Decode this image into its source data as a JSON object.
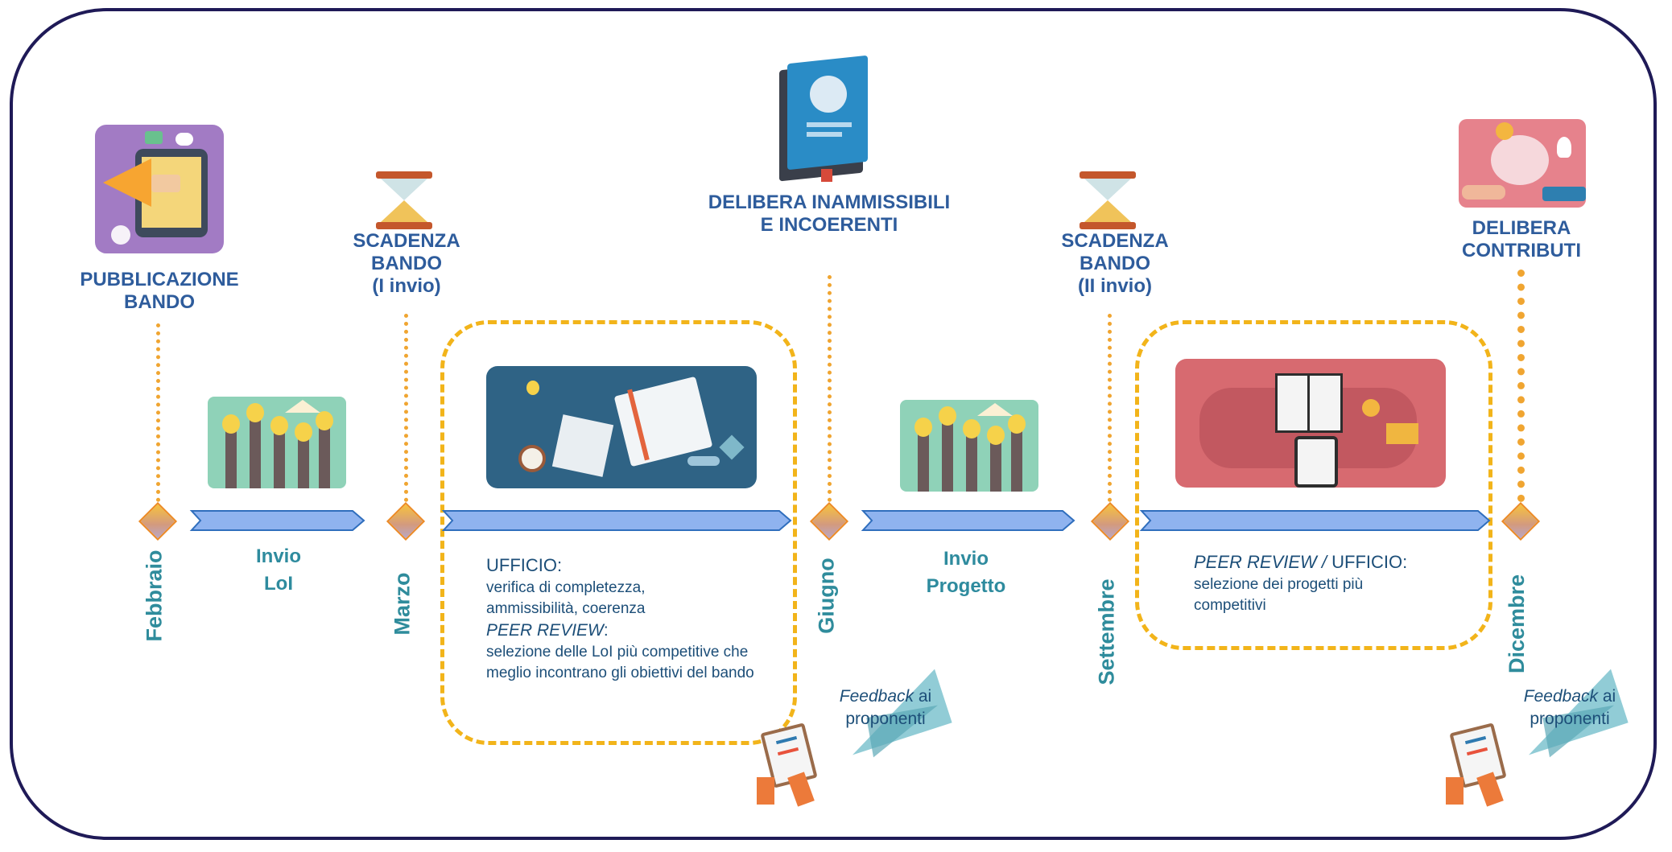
{
  "milestones": {
    "pubblicazione": "PUBBLICAZIONE\nBANDO",
    "scadenza1": "SCADENZA\nBANDO\n(I invio)",
    "delibera1": "DELIBERA INAMMISSIBILI\nE INCOERENTI",
    "scadenza2": "SCADENZA\nBANDO\n(II invio)",
    "delibera2": "DELIBERA\nCONTRIBUTI"
  },
  "months": {
    "febbraio": "Febbraio",
    "marzo": "Marzo",
    "giugno": "Giugno",
    "settembre": "Settembre",
    "dicembre": "Dicembre"
  },
  "phases": {
    "invio_loi": "Invio\nLoI",
    "invio_progetto": "Invio\nProgetto"
  },
  "review1": {
    "ufficio": "UFFICIO:",
    "verifica": "verifica di completezza, ammissibilità, coerenza",
    "peer": "PEER REVIEW",
    "colon": ":",
    "selezione": "selezione delle LoI più competitive che meglio incontrano gli obiettivi del bando"
  },
  "review2": {
    "peer": "PEER REVIEW /",
    "ufficio": " UFFICIO:",
    "selezione": "selezione dei progetti più competitivi"
  },
  "feedback": {
    "word": "Feedback",
    "rest1": " ai",
    "rest2": "proponenti"
  },
  "icons": [
    "megaphone-tablet-icon",
    "hourglass-icon",
    "book-icon",
    "lightbulb-hands-icon",
    "desk-study-icon",
    "world-map-documents-icon",
    "piggy-bank-icon",
    "clipboard-hand-icon",
    "paper-plane-icon"
  ],
  "colors": {
    "frame": "#1f1a57",
    "dotted": "#f0a531",
    "dashed": "#f2b41a",
    "arrow": "#8fb3ef",
    "title": "#2e5c9c",
    "month": "#2f8c9c"
  }
}
